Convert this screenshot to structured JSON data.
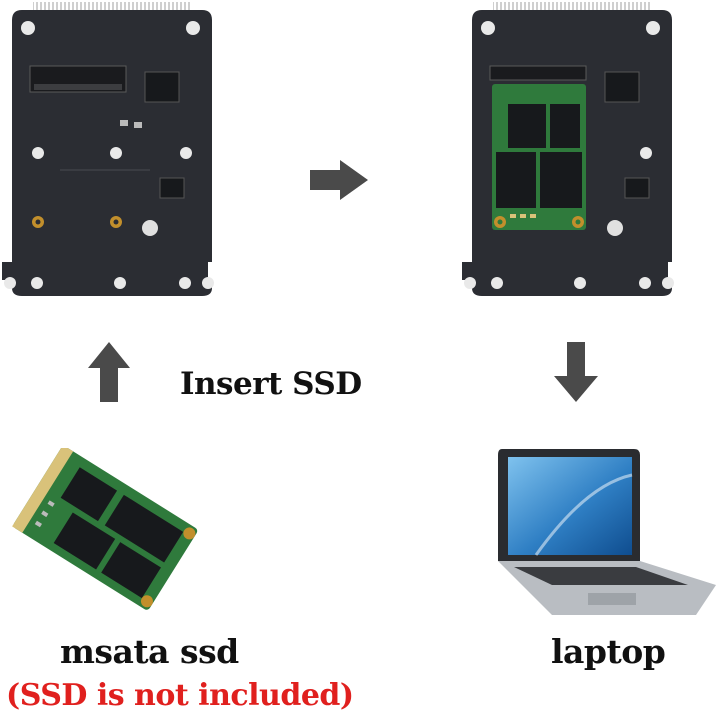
{
  "labels": {
    "insert": "Insert SSD",
    "msata": "msata ssd",
    "laptop": "laptop",
    "not_included": "(SSD is not included)"
  },
  "colors": {
    "board": "#2b2d33",
    "ssd_pcb": "#2f7a3c",
    "chip": "#17191c",
    "arrow": "#4a4a4a",
    "note": "#e0201e",
    "screen": "#2f7fc4"
  },
  "icons": [
    "adapter-board-empty",
    "adapter-board-with-ssd",
    "msata-ssd",
    "laptop",
    "arrow-right",
    "arrow-up",
    "arrow-down"
  ]
}
